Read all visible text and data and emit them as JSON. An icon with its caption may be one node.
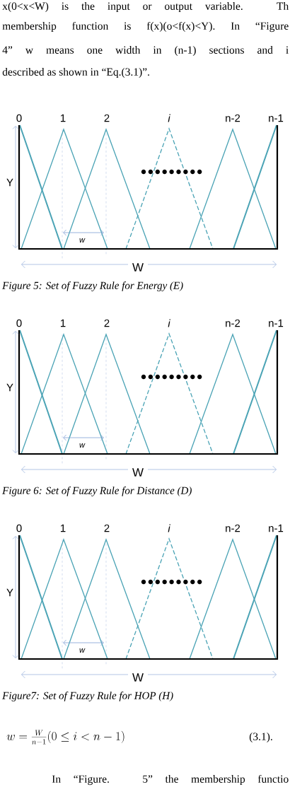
{
  "diagram": {
    "labels": [
      "x(0<x<W) is the input or output variable. Th",
      "membership function is f(x)(o<f(x)<Y). In “Figure",
      "4” w means one width in (n-1) sections and i",
      "described as shown in “Eq.(3.1)”.",
      "0",
      "1",
      "2",
      "i",
      "n-2",
      "n-1",
      "Y",
      "w",
      "W",
      "Figure 5: Set of Fuzzy Rule for Energy (E)",
      "0",
      "1",
      "2",
      "i",
      "n-2",
      "n-1",
      "Y",
      "w",
      "W",
      "Figure 6: Set of Fuzzy Rule for Distance (D)",
      "0",
      "1",
      "2",
      "i",
      "n-2",
      "n-1",
      "Y",
      "w",
      "W",
      "Figure7: Set of Fuzzy Rule for HOP (H)",
      "w=\\frac{W}{n-1}(0\\leq i<n-1)",
      "(3.1).",
      "In “Figure. 5” the membership functio"
    ]
  }
}
